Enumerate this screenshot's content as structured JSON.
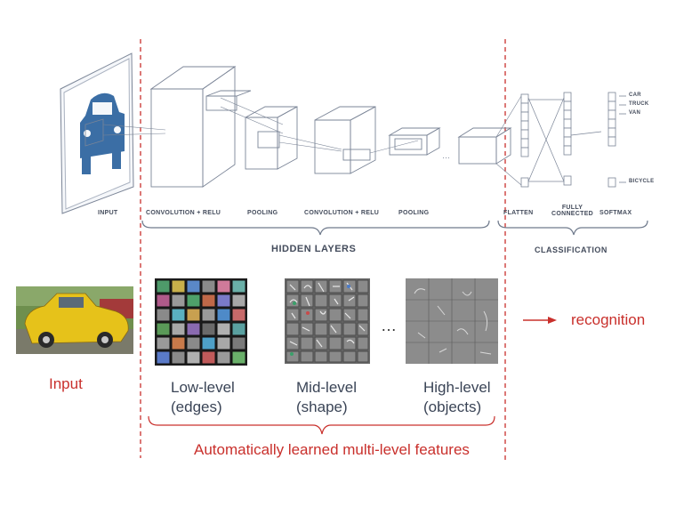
{
  "architecture": {
    "input": "INPUT",
    "conv1": "CONVOLUTION + RELU",
    "pool1": "POOLING",
    "conv2": "CONVOLUTION + RELU",
    "pool2": "POOLING",
    "flatten": "FLATTEN",
    "fully_connected_1": "FULLY",
    "fully_connected_2": "CONNECTED",
    "softmax": "SOFTMAX",
    "hidden_layers": "HIDDEN LAYERS",
    "classification": "CLASSIFICATION",
    "outputs": [
      "CAR",
      "TRUCK",
      "VAN",
      "BICYCLE"
    ]
  },
  "features": {
    "input_label": "Input",
    "low_level": [
      "Low-level",
      "(edges)"
    ],
    "mid_level": [
      "Mid-level",
      "(shape)"
    ],
    "high_level": [
      "High-level",
      "(objects)"
    ],
    "ellipsis": "...",
    "recognition": "recognition",
    "caption": "Automatically learned multi-level features"
  },
  "colors": {
    "accent_red": "#c9302c",
    "line_gray": "#6f7a8c",
    "car_blue": "#3b6ea5",
    "car_yellow": "#e6c21a"
  }
}
